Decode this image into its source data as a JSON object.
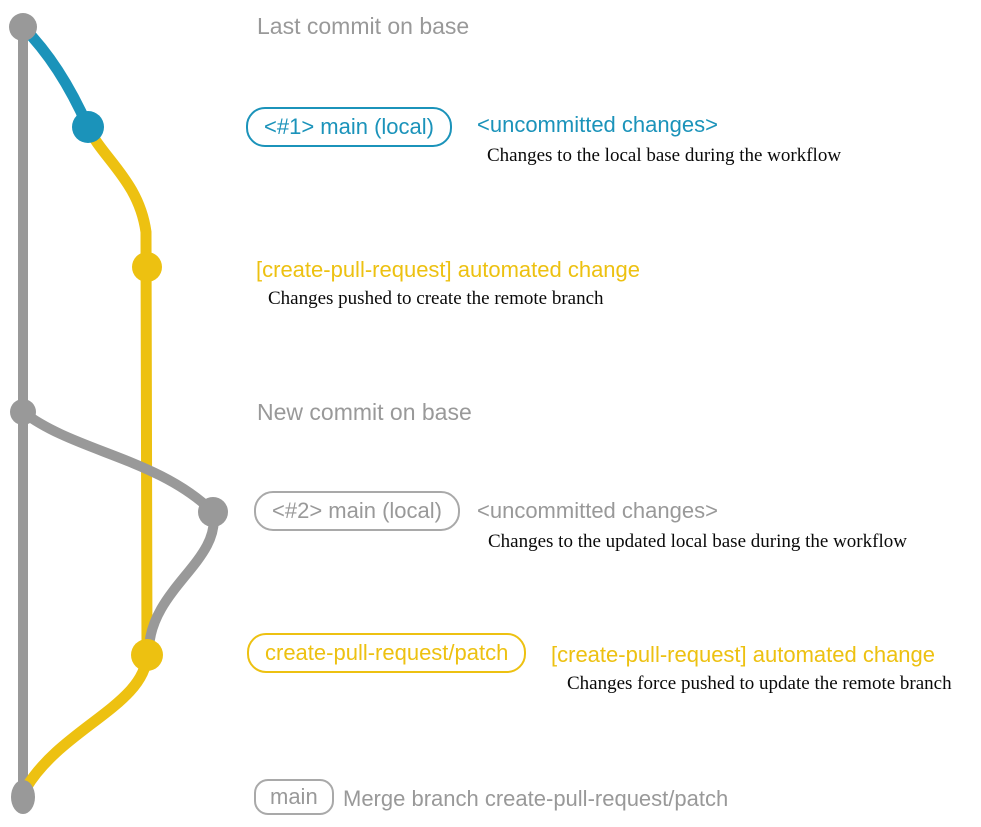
{
  "diagram": {
    "title_implied": "git branch workflow of create-pull-request action",
    "colors": {
      "base_gray": "#999999",
      "local_blue": "#1b93ba",
      "remote_yellow": "#edc111",
      "description_text": "#0a0a0a",
      "badge_border_gray": "#a9a9a9",
      "background": "#ffffff"
    }
  },
  "events": {
    "last_commit_on_base": {
      "label": "Last commit on base"
    },
    "new_commit_on_base": {
      "label": "New commit on base"
    }
  },
  "commit1": {
    "badge": "<#1> main (local)",
    "title": "<uncommitted changes>",
    "description": "Changes to the local base during the workflow"
  },
  "commit2": {
    "title": "[create-pull-request] automated change",
    "description": "Changes pushed to create the remote branch"
  },
  "commit3": {
    "badge": "<#2> main (local)",
    "title": "<uncommitted changes>",
    "description": "Changes to the updated local base during the workflow"
  },
  "commit4": {
    "badge": "create-pull-request/patch",
    "title": "[create-pull-request] automated change",
    "description": "Changes force pushed to update the remote branch"
  },
  "merge": {
    "badge": "main",
    "label": "Merge branch create-pull-request/patch"
  },
  "nodes": {
    "base_top": "commit node on base branch (top)",
    "local_1": "first local uncommitted-changes node",
    "remote_1": "first pushed commit on remote patch branch",
    "base_new": "new commit node on base branch",
    "local_2": "second local uncommitted-changes node",
    "remote_2": "force-pushed commit on remote patch branch",
    "merge_bottom": "merge commit node on base branch (bottom)"
  }
}
